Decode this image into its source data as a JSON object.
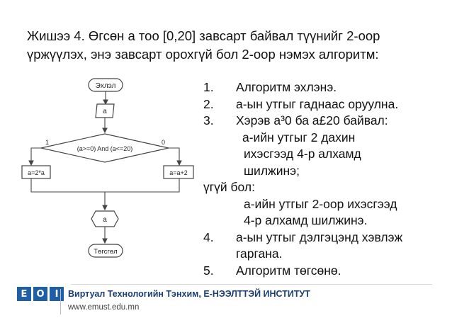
{
  "title": {
    "line1": "Жишээ 4. Өгсөн a тоо [0,20] завсарт байвал түүнийг 2-оор",
    "line2": "үржүүлэх, энэ завсарт орохгүй бол 2-оор нэмэх алгоритм:"
  },
  "flowchart": {
    "start_label": "Эхлэл",
    "input_label": "a",
    "condition_label": "(a>=0) And (a<=20)",
    "yes_label": "1",
    "no_label": "0",
    "left_box_label": "a=2*a",
    "right_box_label": "a=a+2",
    "output_label": "a",
    "end_label": "Төгсгөл"
  },
  "steps": {
    "s1": {
      "num": "1.",
      "text": "Алгоритм эхлэнэ."
    },
    "s2": {
      "num": "2.",
      "text": "а-ын утгыг гаднаас оруулна."
    },
    "s3": {
      "num": "3.",
      "text": "Хэрэв а³0 ба а£20 байвал:"
    },
    "s3_a": "а-ийн утгыг 2 дахин",
    "s3_b": "ихэсгээд 4-р алхамд",
    "s3_c": "шилжинэ;",
    "else": "үгүй бол:",
    "else_a": "а-ийн утгыг 2-оор ихэсгээд",
    "else_b": "4-р алхамд шилжинэ.",
    "s4": {
      "num": "4.",
      "text": "а-ын утгыг дэлгэцэнд хэвлэж"
    },
    "s4_b": "гаргана.",
    "s5": {
      "num": "5.",
      "text": "Алгоритм төгсөнө."
    }
  },
  "footer": {
    "logo_letters": [
      "E",
      "O",
      "I"
    ],
    "logo_color": "#1f5fa8",
    "org": "Виртуал Технологийн Тэнхим, Е-НЭЭЛТТЭЙ ИНСТИТУТ",
    "url": "www.emust.edu.mn"
  }
}
